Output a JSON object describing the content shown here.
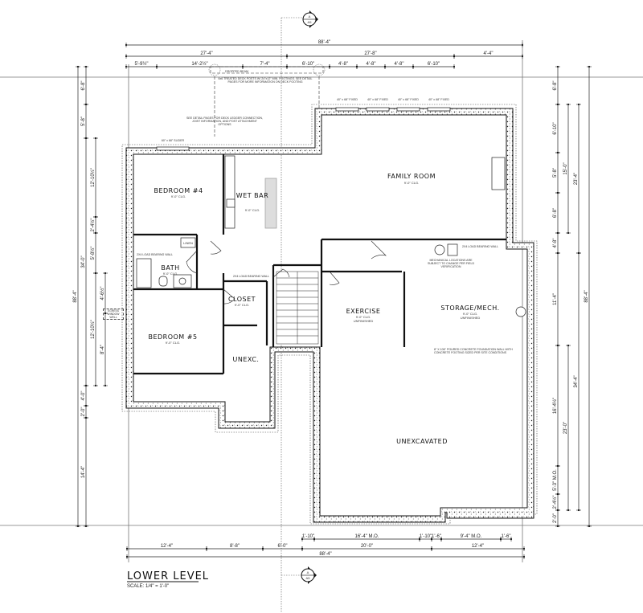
{
  "drawing": {
    "title": "LOWER LEVEL",
    "scale": "SCALE: 1/4\" = 1'-0\"",
    "section_marker": {
      "letter": "A",
      "sheet": "A5"
    }
  },
  "rooms": {
    "family_room": {
      "name": "FAMILY ROOM",
      "ceiling": "9'-0\" CLG."
    },
    "bedroom4": {
      "name": "BEDROOM #4",
      "ceiling": "9'-0\" CLG."
    },
    "wet_bar": {
      "name": "WET BAR",
      "ceiling": "9'-0\" CLG."
    },
    "bath": {
      "name": "BATH",
      "ceiling": "9'-0\" CLG."
    },
    "closet": {
      "name": "CLOSET",
      "ceiling": "9'-0\" CLG."
    },
    "bedroom5": {
      "name": "BEDROOM #5",
      "ceiling": "9'-0\" CLG."
    },
    "unexc_small": {
      "name": "UNEXC."
    },
    "exercise": {
      "name": "EXERCISE",
      "ceiling": "9'-0\" CLG.",
      "status": "UNFINISHED"
    },
    "storage": {
      "name": "STORAGE/MECH.",
      "ceiling": "9'-0\" CLG.",
      "status": "UNFINISHED"
    },
    "unexcavated": {
      "name": "UNEXCAVATED"
    },
    "linen": {
      "name": "LINEN"
    }
  },
  "notes": {
    "deck_posts": "6x6 TREATED DECK POSTS W/ 24\"x12\" MIN. FOOTINGS. SEE DETAIL PAGES FOR MORE INFORMATION ON DECK FOOTING",
    "ledger": "SEE DETAIL PAGES FOR DECK LEDGER CONNECTION, JOIST INFORMATION, AND POST ATTACHMENT OPTIONS",
    "beam": "DROPPED BEAM",
    "load_bearing_1": "2X4 LOAD BEARING WALL",
    "load_bearing_2": "2X4 LOAD BEARING WALL",
    "load_bearing_3": "2X4 LOAD BEARING WALL",
    "mechanical": "MECHANICAL LOCATIONS ARE SUBJECT TO CHANGE PER FIELD VERIFICATION",
    "foundation": "8\" X 106\" POURED CONCRETE FOUNDATION WALL WITH CONCRETE FOOTING SIZED PER SITE CONDITIONS",
    "egress": "EGRESS WINDOW WELL",
    "window_family": [
      "40\" x 68\" FIXED",
      "40\" x 68\" FIXED",
      "40\" x 68\" FIXED",
      "40\" x 68\" FIXED"
    ],
    "window_bed4": "60\" x 68\" SLIDER"
  },
  "dimensions": {
    "top": [
      "88'-4\"",
      "27'-4\"",
      "27'-8\"",
      "4'-4\"",
      "5'-9½\"",
      "14'-2½\"",
      "7'-4\"",
      "6'-10\"",
      "4'-8\"",
      "4'-8\"",
      "4'-8\"",
      "6'-10\""
    ],
    "bottom": [
      "1'-10\"",
      "16'-4\" M.O.",
      "1'-10\"",
      "1'-6\"",
      "9'-4\" M.O.",
      "1'-6\"",
      "12'-4\"",
      "8'-8\"",
      "6'-0\"",
      "20'-0\"",
      "12'-4\"",
      "88'-4\""
    ],
    "left": [
      "88'-4\"",
      "6'-8\"",
      "5'-8\"",
      "34'-0\"",
      "4'-0\"",
      "2'-0\"",
      "14'-4\"",
      "12'-10½\"",
      "2'-4½\"",
      "5'-8½\"",
      "12'-10½\"",
      "4'-6½\"",
      "8'-4\""
    ],
    "right": [
      "6'-8\"",
      "6'-10\"",
      "5'-8\"",
      "6'-8\"",
      "4'-8\"",
      "11'-4\"",
      "16'-4½\"",
      "5'-3\" M.O.",
      "2'-4½\"",
      "2'-0\"",
      "15'-0\"",
      "23'-4\"",
      "34'-4\"",
      "23'-0\"",
      "88'-4\""
    ]
  }
}
